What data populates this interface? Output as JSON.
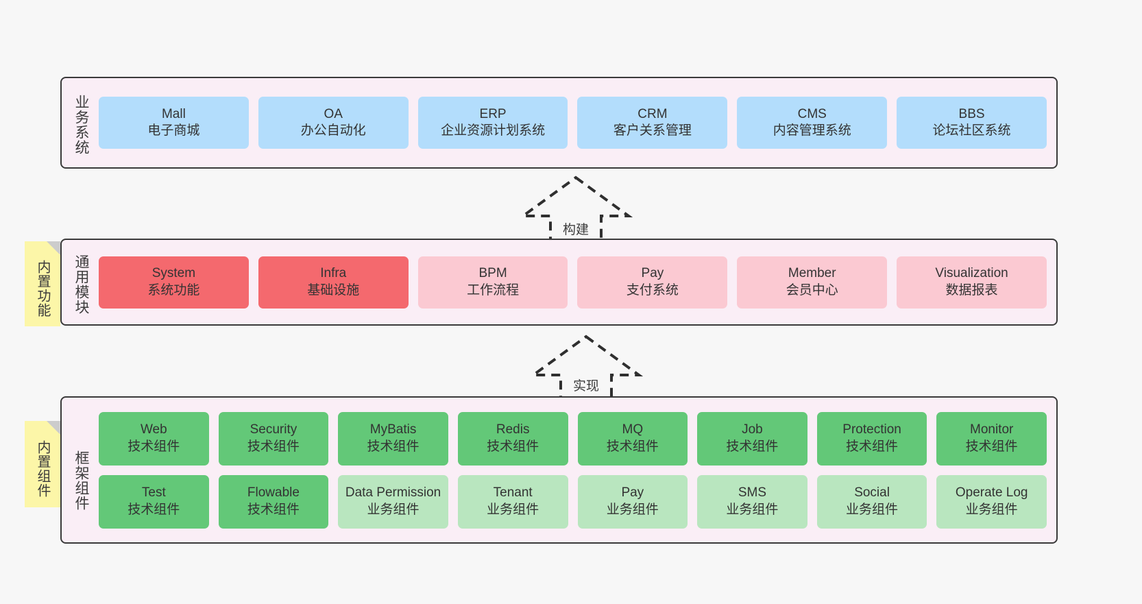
{
  "diagram": {
    "background": "#f7f7f7",
    "panel_bg": "#faeef6",
    "panel_border": "#3a3a3a",
    "note_bg": "#fcf6a8"
  },
  "layers": [
    {
      "id": "business",
      "title": "业务系统",
      "note": null,
      "rows": [
        {
          "cards": [
            {
              "title": "Mall",
              "sub": "电子商城",
              "variant": "c-blue",
              "color": "#b3ddfc"
            },
            {
              "title": "OA",
              "sub": "办公自动化",
              "variant": "c-blue",
              "color": "#b3ddfc"
            },
            {
              "title": "ERP",
              "sub": "企业资源计划系统",
              "variant": "c-blue",
              "color": "#b3ddfc"
            },
            {
              "title": "CRM",
              "sub": "客户关系管理",
              "variant": "c-blue",
              "color": "#b3ddfc"
            },
            {
              "title": "CMS",
              "sub": "内容管理系统",
              "variant": "c-blue",
              "color": "#b3ddfc"
            },
            {
              "title": "BBS",
              "sub": "论坛社区系统",
              "variant": "c-blue",
              "color": "#b3ddfc"
            }
          ]
        }
      ]
    },
    {
      "id": "common",
      "title": "通用模块",
      "note": "内置功能",
      "rows": [
        {
          "cards": [
            {
              "title": "System",
              "sub": "系统功能",
              "variant": "c-red",
              "color": "#f4696e"
            },
            {
              "title": "Infra",
              "sub": "基础设施",
              "variant": "c-red",
              "color": "#f4696e"
            },
            {
              "title": "BPM",
              "sub": "工作流程",
              "variant": "c-pink",
              "color": "#fbc9d2"
            },
            {
              "title": "Pay",
              "sub": "支付系统",
              "variant": "c-pink",
              "color": "#fbc9d2"
            },
            {
              "title": "Member",
              "sub": "会员中心",
              "variant": "c-pink",
              "color": "#fbc9d2"
            },
            {
              "title": "Visualization",
              "sub": "数据报表",
              "variant": "c-pink",
              "color": "#fbc9d2"
            }
          ]
        }
      ]
    },
    {
      "id": "framework",
      "title": "框架组件",
      "note": "内置组件",
      "rows": [
        {
          "cards": [
            {
              "title": "Web",
              "sub": "技术组件",
              "variant": "c-green",
              "color": "#63c878"
            },
            {
              "title": "Security",
              "sub": "技术组件",
              "variant": "c-green",
              "color": "#63c878"
            },
            {
              "title": "MyBatis",
              "sub": "技术组件",
              "variant": "c-green",
              "color": "#63c878"
            },
            {
              "title": "Redis",
              "sub": "技术组件",
              "variant": "c-green",
              "color": "#63c878"
            },
            {
              "title": "MQ",
              "sub": "技术组件",
              "variant": "c-green",
              "color": "#63c878"
            },
            {
              "title": "Job",
              "sub": "技术组件",
              "variant": "c-green",
              "color": "#63c878"
            },
            {
              "title": "Protection",
              "sub": "技术组件",
              "variant": "c-green",
              "color": "#63c878"
            },
            {
              "title": "Monitor",
              "sub": "技术组件",
              "variant": "c-green",
              "color": "#63c878"
            }
          ]
        },
        {
          "cards": [
            {
              "title": "Test",
              "sub": "技术组件",
              "variant": "c-green",
              "color": "#63c878"
            },
            {
              "title": "Flowable",
              "sub": "技术组件",
              "variant": "c-green",
              "color": "#63c878"
            },
            {
              "title": "Data Permission",
              "sub": "业务组件",
              "variant": "c-lightgreen",
              "color": "#b9e6bf"
            },
            {
              "title": "Tenant",
              "sub": "业务组件",
              "variant": "c-lightgreen",
              "color": "#b9e6bf"
            },
            {
              "title": "Pay",
              "sub": "业务组件",
              "variant": "c-lightgreen",
              "color": "#b9e6bf"
            },
            {
              "title": "SMS",
              "sub": "业务组件",
              "variant": "c-lightgreen",
              "color": "#b9e6bf"
            },
            {
              "title": "Social",
              "sub": "业务组件",
              "variant": "c-lightgreen",
              "color": "#b9e6bf"
            },
            {
              "title": "Operate Log",
              "sub": "业务组件",
              "variant": "c-lightgreen",
              "color": "#b9e6bf"
            }
          ]
        }
      ]
    }
  ],
  "arrows": [
    {
      "id": "build",
      "label": "构建",
      "direction": "up",
      "style": "dashed-hollow"
    },
    {
      "id": "impl",
      "label": "实现",
      "direction": "up",
      "style": "dashed-hollow"
    }
  ]
}
